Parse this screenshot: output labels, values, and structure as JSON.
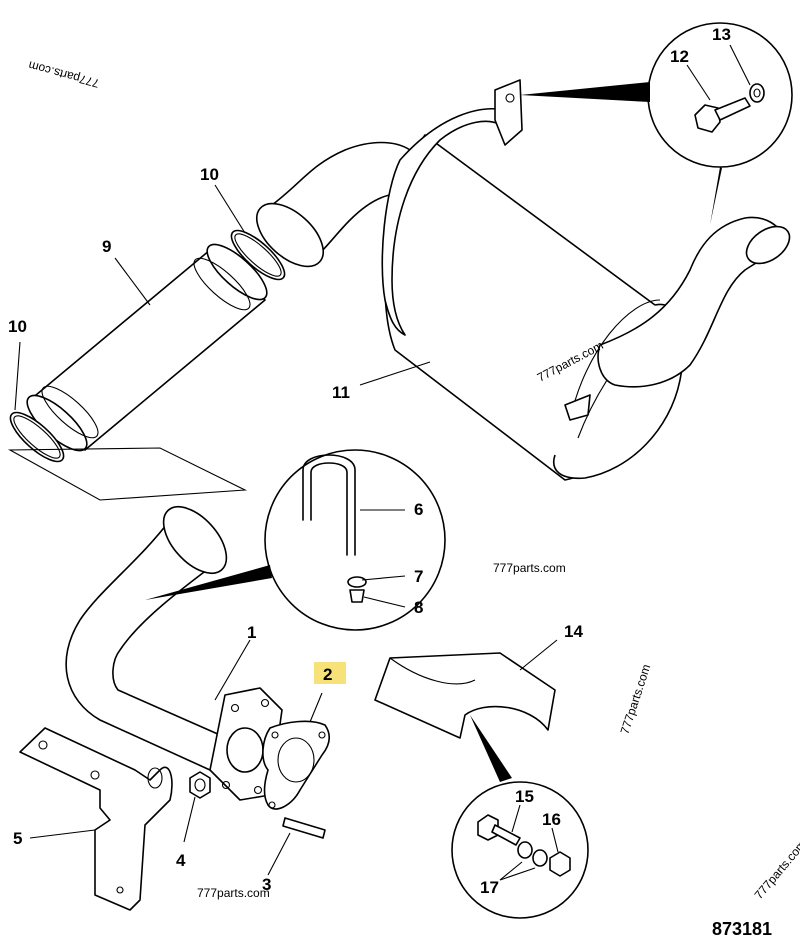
{
  "callouts": {
    "c1": "1",
    "c2": "2",
    "c3": "3",
    "c4": "4",
    "c5": "5",
    "c6": "6",
    "c7": "7",
    "c8": "8",
    "c9": "9",
    "c10a": "10",
    "c10b": "10",
    "c11": "11",
    "c12": "12",
    "c13": "13",
    "c14": "14",
    "c15": "15",
    "c16": "16",
    "c17": "17"
  },
  "highlighted_callout": "2",
  "highlight_color": "#f7e27a",
  "watermarks": {
    "w1": "777parts.com",
    "w2": "777parts.com",
    "w3": "777parts.com",
    "w4": "777parts.com",
    "w5": "777parts.com",
    "w6": "777parts.com"
  },
  "drawing_number": "873181"
}
